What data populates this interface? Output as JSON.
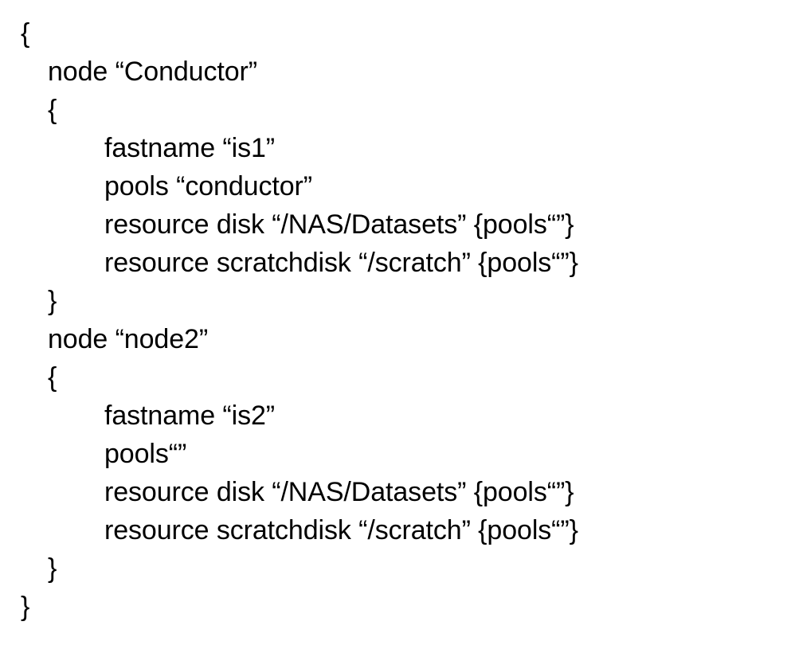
{
  "document": {
    "kind": "configuration-file-listing",
    "background_color": "#ffffff",
    "text_color": "#000000"
  },
  "config": {
    "lines": [
      {
        "indent": 0,
        "text": "{"
      },
      {
        "indent": 1,
        "text": "node “Conductor”"
      },
      {
        "indent": 1,
        "text": "{"
      },
      {
        "indent": 2,
        "text": "fastname “is1”"
      },
      {
        "indent": 2,
        "text": "pools “conductor”"
      },
      {
        "indent": 2,
        "text": "resource disk “/NAS/Datasets” {pools“”}"
      },
      {
        "indent": 2,
        "text": "resource scratchdisk “/scratch” {pools“”}"
      },
      {
        "indent": 1,
        "text": "}"
      },
      {
        "indent": 1,
        "text": "node “node2”"
      },
      {
        "indent": 1,
        "text": "{"
      },
      {
        "indent": 2,
        "text": "fastname “is2”"
      },
      {
        "indent": 2,
        "text": "pools“”"
      },
      {
        "indent": 2,
        "text": "resource disk “/NAS/Datasets” {pools“”}"
      },
      {
        "indent": 2,
        "text": "resource scratchdisk “/scratch” {pools“”}"
      },
      {
        "indent": 1,
        "text": "}"
      },
      {
        "indent": 0,
        "text": "}"
      }
    ]
  }
}
